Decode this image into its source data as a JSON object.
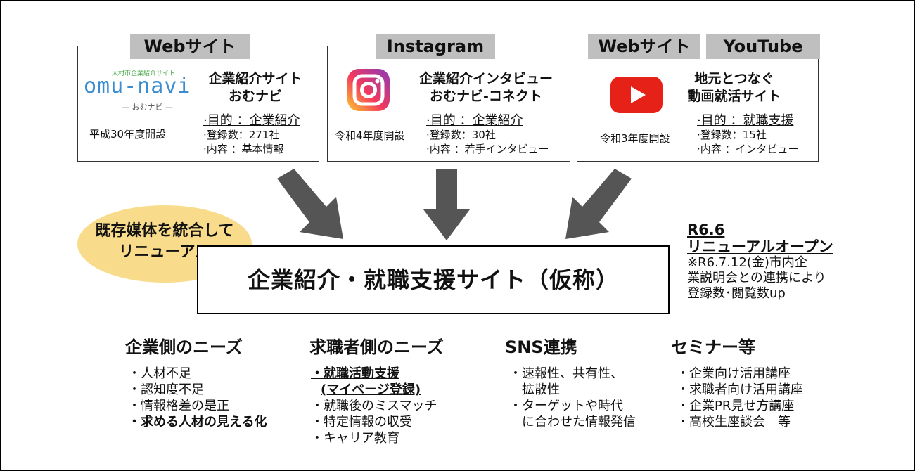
{
  "media": [
    {
      "tabs": [
        "Webサイト"
      ],
      "logo_small": "大村市企業紹介サイト",
      "logo_main": "omu-navi",
      "logo_sub": "— おむナビ —",
      "title_lines": [
        "企業紹介サイト",
        "おむナビ"
      ],
      "opened": "平成30年度開設",
      "purpose": "·目的 ：企業紹介",
      "registered": "·登録数：271社",
      "content": "·内容 ：基本情報"
    },
    {
      "tabs": [
        "Instagram"
      ],
      "title_lines": [
        "企業紹介インタビュー",
        "おむナビ-コネクト"
      ],
      "opened": "令和4年度開設",
      "purpose": "·目的 ：企業紹介",
      "registered": "·登録数：30社",
      "content": "·内容 ：若手インタビュー"
    },
    {
      "tabs": [
        "Webサイト",
        "YouTube"
      ],
      "title_lines": [
        "地元とつなぐ",
        "動画就活サイト"
      ],
      "opened": "令和3年度開設",
      "purpose": "·目的 ：就職支援",
      "registered": "·登録数：15社",
      "content": "·内容 ：インタビュー"
    }
  ],
  "badge": {
    "lines": [
      "既存媒体を統合して",
      "リニューアル"
    ],
    "color": "#f8dc8c"
  },
  "main_title": "企業紹介・就職支援サイト（仮称）",
  "renewal": {
    "date": "R6.6",
    "label": "リニューアルオープン",
    "note_lines": [
      "※R6.7.12(金)市内企",
      "業説明会との連携により",
      "登録数･閲覧数up"
    ]
  },
  "columns": [
    {
      "title": "企業側のニーズ",
      "items": [
        "・人材不足",
        "・認知度不足",
        "・情報格差の是正",
        "・求める人材の見える化"
      ]
    },
    {
      "title": "求職者側のニーズ",
      "items": [
        "・就職活動支援",
        "(マイページ登録)",
        "・就職後のミスマッチ",
        "・特定情報の収受",
        "・キャリア教育"
      ]
    },
    {
      "title": "SNS連携",
      "items": [
        "・速報性、共有性、",
        "拡散性",
        "・ターゲットや時代",
        "に合わせた情報発信"
      ]
    },
    {
      "title": "セミナー等",
      "items": [
        "・企業向け活用講座",
        "・求職者向け活用講座",
        "・企業PR見せ方講座",
        "・高校生座談会　等"
      ]
    }
  ],
  "colors": {
    "tab": "#bfbfbf",
    "arrow": "#555555",
    "logo_green": "#4aa84a",
    "youtube_red": "#e62117"
  },
  "icons": [
    "instagram-icon",
    "youtube-icon",
    "arrow-down-right-icon",
    "arrow-down-icon",
    "arrow-down-left-icon"
  ]
}
